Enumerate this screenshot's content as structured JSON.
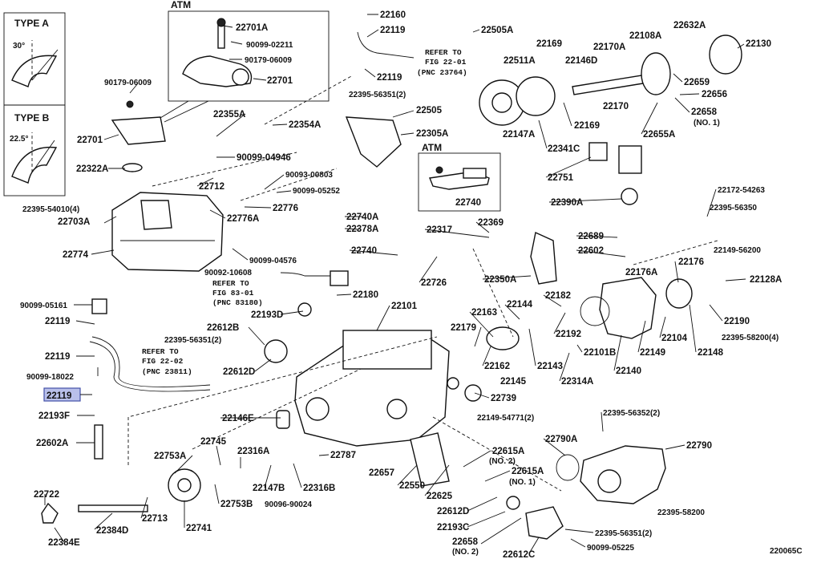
{
  "diagram_id": "220065C",
  "insets": {
    "type_a": {
      "title": "TYPE A",
      "angle": "30°"
    },
    "type_b": {
      "title": "TYPE B",
      "angle": "22.5°"
    },
    "atm_top": {
      "title": "ATM"
    },
    "atm_mid": {
      "title": "ATM"
    }
  },
  "highlighted_part": "22119",
  "references": {
    "fig_22_01": {
      "line1": "REFER TO",
      "line2": "FIG 22-01",
      "line3": "(PNC 23764)"
    },
    "fig_83_01": {
      "line1": "REFER TO",
      "line2": "FIG 83-01",
      "line3": "(PNC 83180)"
    },
    "fig_22_02": {
      "line1": "REFER TO",
      "line2": "FIG 22-02",
      "line3": "(PNC 23811)"
    }
  },
  "labels": {
    "p22701A": "22701A",
    "p90099_02211": "90099-02211",
    "p90179_06009a": "90179-06009",
    "p22701_atm": "22701",
    "p90179_06009b": "90179-06009",
    "p22701": "22701",
    "p22322A": "22322A",
    "p22355A": "22355A",
    "p22354A": "22354A",
    "p22160": "22160",
    "p22119_a": "22119",
    "p22119_b": "22119",
    "p22395_56351_2a": "22395-56351(2)",
    "p22505": "22505",
    "p22305A": "22305A",
    "p22505A": "22505A",
    "p22511A": "22511A",
    "p22169a": "22169",
    "p22169b": "22169",
    "p22146D": "22146D",
    "p22170A": "22170A",
    "p22108A": "22108A",
    "p22632A": "22632A",
    "p22130": "22130",
    "p22659": "22659",
    "p22656": "22656",
    "p22658_1": "22658",
    "p22658_1_note": "(NO. 1)",
    "p22170": "22170",
    "p22147A": "22147A",
    "p22341C": "22341C",
    "p22655A": "22655A",
    "p22751": "22751",
    "p22740_atm": "22740",
    "p22390A": "22390A",
    "p90099_04946": "90099-04946",
    "p90093_00803": "90093-00803",
    "p90099_05252": "90099-05252",
    "p22712": "22712",
    "p22776": "22776",
    "p22776A": "22776A",
    "p22395_54010": "22395-54010(4)",
    "p22703A": "22703A",
    "p22774": "22774",
    "p90099_04576": "90099-04576",
    "p90092_10608": "90092-10608",
    "p22740A": "22740A",
    "p22378A": "22378A",
    "p22740": "22740",
    "p22317": "22317",
    "p22369": "22369",
    "p22726": "22726",
    "p22350A": "22350A",
    "p22689": "22689",
    "p22602": "22602",
    "p22176A": "22176A",
    "p22176": "22176",
    "p22172_54263": "22172-54263",
    "p22395_56350": "22395-56350",
    "p22149_56200": "22149-56200",
    "p22128A": "22128A",
    "p22180": "22180",
    "p22101": "22101",
    "p22193D": "22193D",
    "p22182": "22182",
    "p22163": "22163",
    "p22144": "22144",
    "p22179": "22179",
    "p22192": "22192",
    "p22101B": "22101B",
    "p22162": "22162",
    "p22143": "22143",
    "p22145": "22145",
    "p22314A": "22314A",
    "p22140": "22140",
    "p22149": "22149",
    "p22104": "22104",
    "p22148": "22148",
    "p22190": "22190",
    "p22395_58200_4": "22395-58200(4)",
    "p90099_05161": "90099-05161",
    "p22119_c": "22119",
    "p22119_d": "22119",
    "p90099_18022": "90099-18022",
    "p22119_hl": "22119",
    "p22193F": "22193F",
    "p22602A": "22602A",
    "p22612B": "22612B",
    "p22395_56351_2b": "22395-56351(2)",
    "p22612D": "22612D",
    "p22739": "22739",
    "p22149_54771": "22149-54771(2)",
    "p22146E": "22146E",
    "p22395_56352": "22395-56352(2)",
    "p22790A": "22790A",
    "p22790": "22790",
    "p22745": "22745",
    "p22753A": "22753A",
    "p22316A": "22316A",
    "p22787": "22787",
    "p22147B": "22147B",
    "p22316B": "22316B",
    "p22753B": "22753B",
    "p90096_90024": "90096-90024",
    "p22657": "22657",
    "p22550": "22550",
    "p22625": "22625",
    "p22615A_2": "22615A",
    "p22615A_2_note": "(NO. 2)",
    "p22615A_1": "22615A",
    "p22615A_1_note": "(NO. 1)",
    "p22612D_b": "22612D",
    "p22193C": "22193C",
    "p22658_2": "22658",
    "p22658_2_note": "(NO. 2)",
    "p22612C": "22612C",
    "p22395_56351_2c": "22395-56351(2)",
    "p90099_05225": "90099-05225",
    "p22395_58200": "22395-58200",
    "p22722": "22722",
    "p22384E": "22384E",
    "p22384D": "22384D",
    "p22713": "22713",
    "p22741": "22741"
  }
}
